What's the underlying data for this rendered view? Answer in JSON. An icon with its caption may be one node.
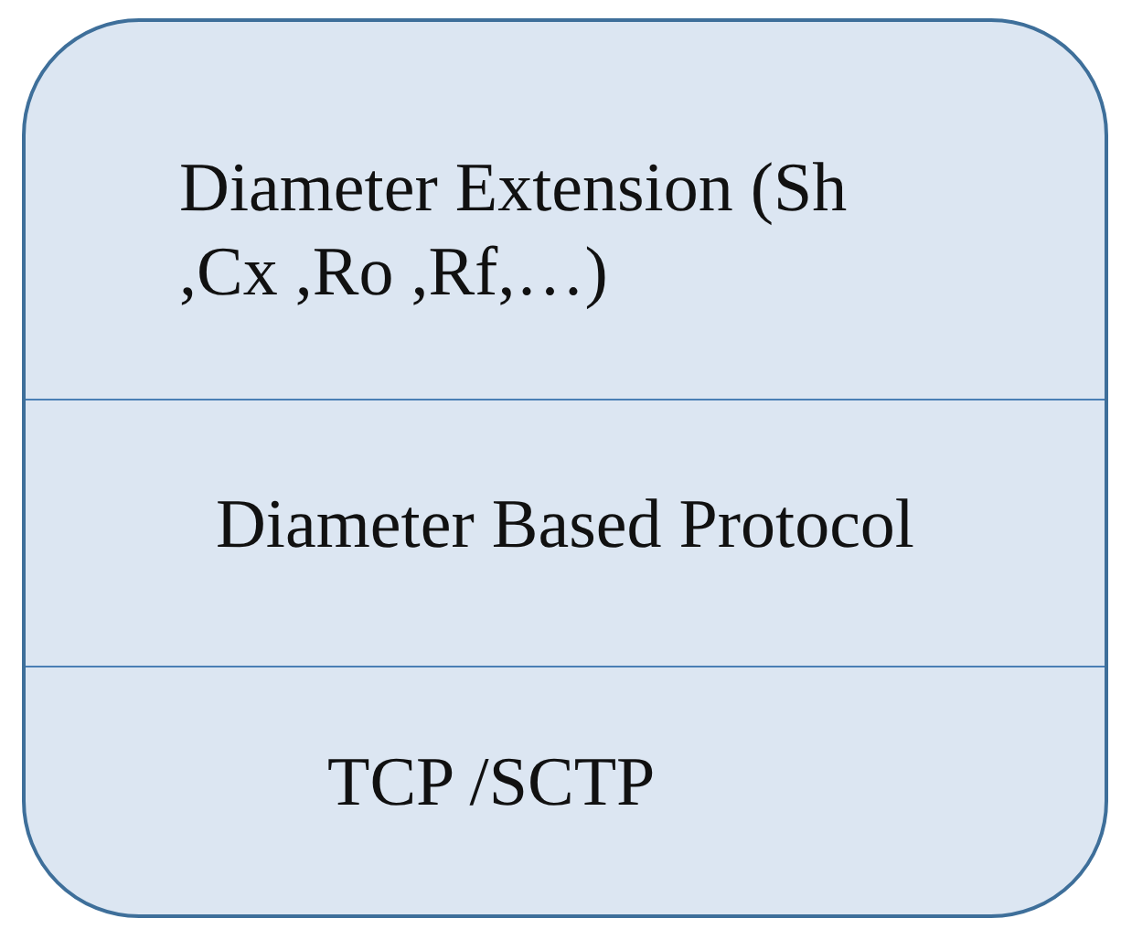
{
  "diagram": {
    "nodes": [
      {
        "text": [
          "Diameter Extension (Sh ,Cx ,Ro ,Rf,…)"
        ]
      },
      {
        "text": [
          "Diameter Based Protocol"
        ]
      },
      {
        "text": [
          "TCP /SCTP"
        ]
      }
    ]
  }
}
